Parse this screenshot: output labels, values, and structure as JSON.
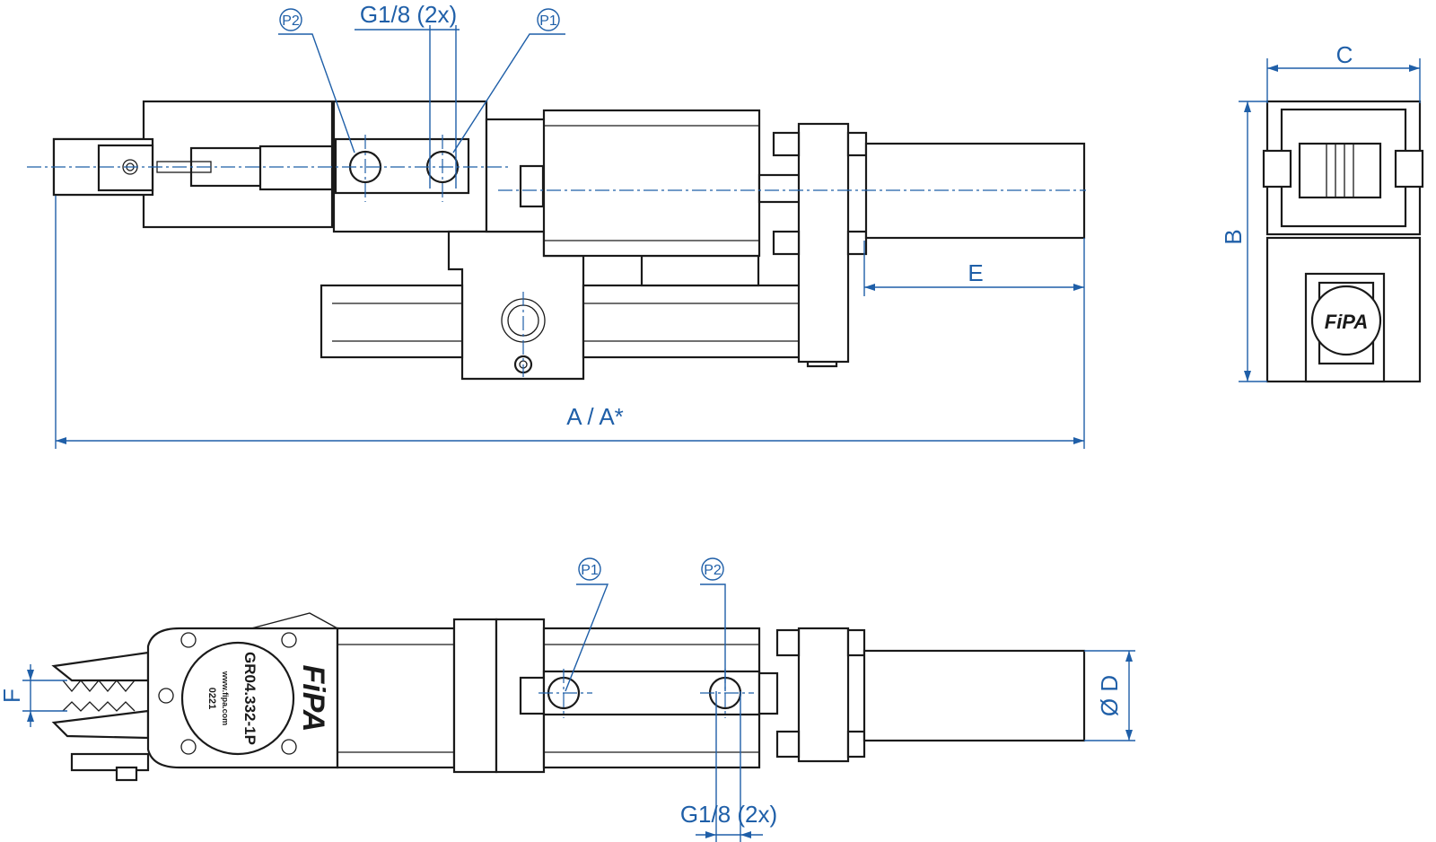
{
  "dimensions": {
    "g18_top": "G1/8 (2x)",
    "g18_bottom": "G1/8 (2x)",
    "a": "A  /  A*",
    "b": "B",
    "c": "C",
    "d": "Ø D",
    "e": "E",
    "f": "F"
  },
  "ports": {
    "top_left": "P2",
    "top_right": "P1",
    "bottom_left": "P1",
    "bottom_right": "P2"
  },
  "engraving": {
    "logo": "FiPA",
    "logo_side": "FiPA",
    "part_number": "GR04.332-1P",
    "line2": "www.fipa.com",
    "line3": "0221"
  },
  "colors": {
    "dimension": "#1f5fa8",
    "outline": "#1a1a1a"
  }
}
